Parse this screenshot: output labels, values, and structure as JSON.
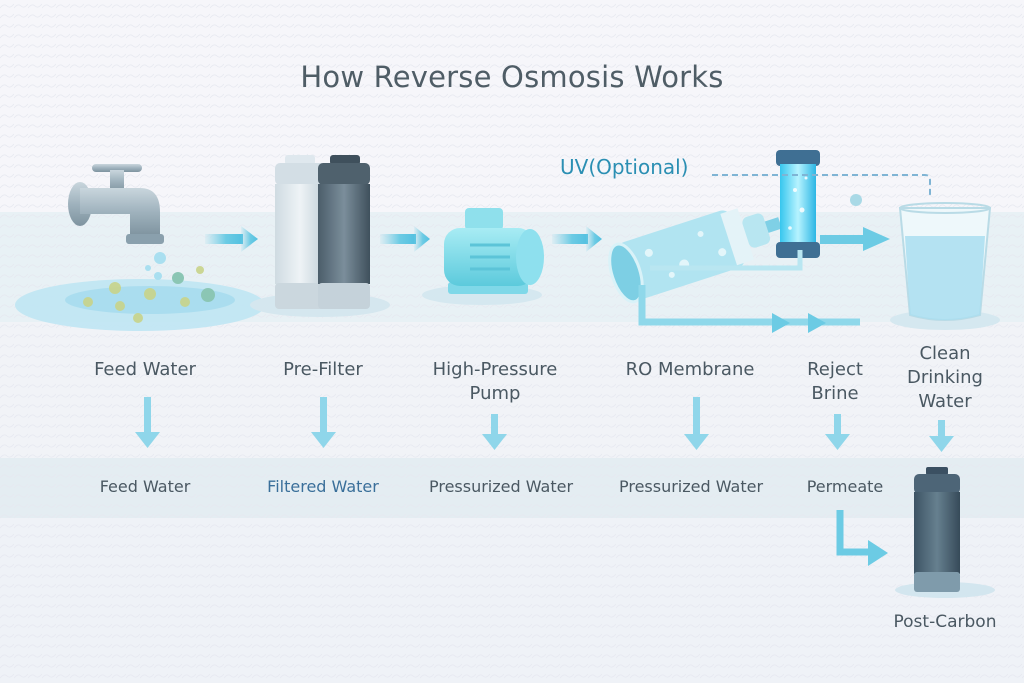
{
  "title": "How Reverse Osmosis Works",
  "colors": {
    "arrow": "#7fd0e6",
    "title": "#4f5d66",
    "label": "#4a5862",
    "uv_label": "#2b8fb3",
    "filtered_label": "#3a6f9a",
    "band": "#e4eef3"
  },
  "uv": {
    "label": "UV(Optional)"
  },
  "stages": [
    {
      "id": "feed-water",
      "label": "Feed Water",
      "icon": "faucet-icon",
      "output": "Feed Water"
    },
    {
      "id": "pre-filter",
      "label": "Pre-Filter",
      "icon": "filter-cartridges-icon",
      "output": "Filtered Water"
    },
    {
      "id": "high-pressure-pump",
      "label": "High-Pressure Pump",
      "label_lines": [
        "High-Pressure",
        "Pump"
      ],
      "icon": "pump-icon",
      "output": "Pressurized Water"
    },
    {
      "id": "ro-membrane",
      "label": "RO Membrane",
      "icon": "membrane-icon",
      "output": "Pressurized Water"
    },
    {
      "id": "reject-brine",
      "label": "Reject Brine",
      "label_lines": [
        "Reject",
        "Brine"
      ],
      "icon": "brine-pipe-icon",
      "output": "Permeate"
    },
    {
      "id": "clean-drinking-water",
      "label": "Clean Drinking Water",
      "label_lines": [
        "Clean",
        "Drinking",
        "Water"
      ],
      "icon": "water-glass-icon",
      "output": ""
    }
  ],
  "post_carbon": {
    "label": "Post-Carbon",
    "icon": "carbon-filter-icon"
  }
}
